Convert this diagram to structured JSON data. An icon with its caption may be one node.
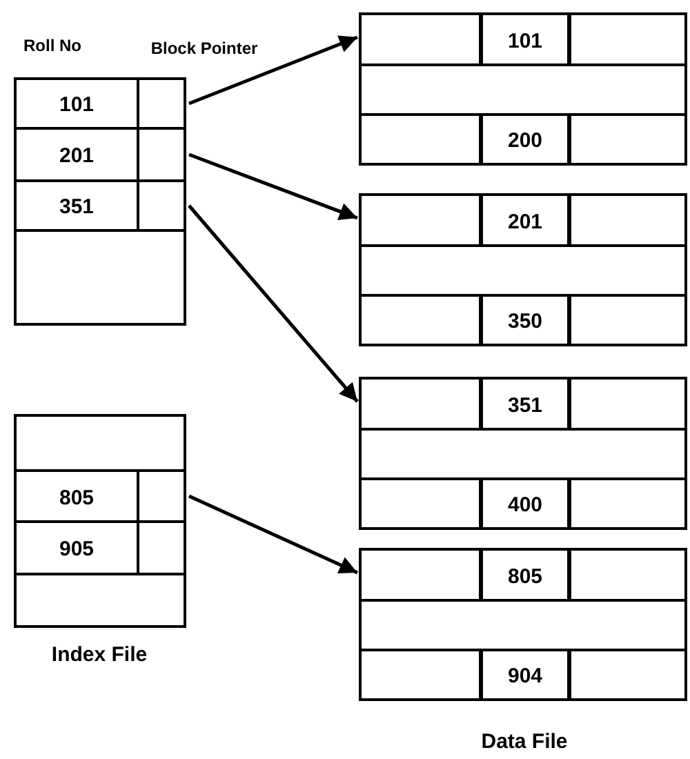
{
  "diagram": {
    "nodes": [
      {
        "text": [],
        "shape": "box"
      },
      {
        "text": [
          "101"
        ],
        "in": 0
      },
      {
        "text": [],
        "shape": "box",
        "in": 0
      },
      {
        "text": [
          "201"
        ],
        "in": 0
      },
      {
        "text": [],
        "shape": "box",
        "in": 0
      },
      {
        "text": [
          "351"
        ],
        "in": 0
      },
      {
        "text": [],
        "shape": "box",
        "in": 0
      },
      {
        "text": [],
        "shape": "box"
      },
      {
        "text": [
          "805"
        ],
        "in": 7
      },
      {
        "text": [],
        "shape": "box",
        "in": 7
      },
      {
        "text": [
          "905"
        ],
        "in": 7
      },
      {
        "text": [],
        "shape": "box",
        "in": 7
      },
      {
        "text": [],
        "shape": "box"
      },
      {
        "text": [
          "101"
        ],
        "in": 12
      },
      {
        "text": [
          "200"
        ],
        "in": 12
      },
      {
        "text": [],
        "shape": "box"
      },
      {
        "text": [
          "201"
        ],
        "in": 15
      },
      {
        "text": [
          "350"
        ],
        "in": 15
      },
      {
        "text": [],
        "shape": "box"
      },
      {
        "text": [
          "351"
        ],
        "in": 18
      },
      {
        "text": [
          "400"
        ],
        "in": 18
      },
      {
        "text": [],
        "shape": "box"
      },
      {
        "text": [
          "805"
        ],
        "in": 21
      },
      {
        "text": [
          "904"
        ],
        "in": 21
      }
    ],
    "edges": [
      {
        "from": 2,
        "to": 12,
        "arrow": "to"
      },
      {
        "from": 4,
        "to": 15,
        "arrow": "to"
      },
      {
        "from": 6,
        "to": 18,
        "arrow": "to"
      },
      {
        "from": 9,
        "to": 21,
        "arrow": "to"
      }
    ],
    "labels": [
      "Roll No",
      "Block Pointer",
      "Index File",
      "Data File"
    ]
  }
}
